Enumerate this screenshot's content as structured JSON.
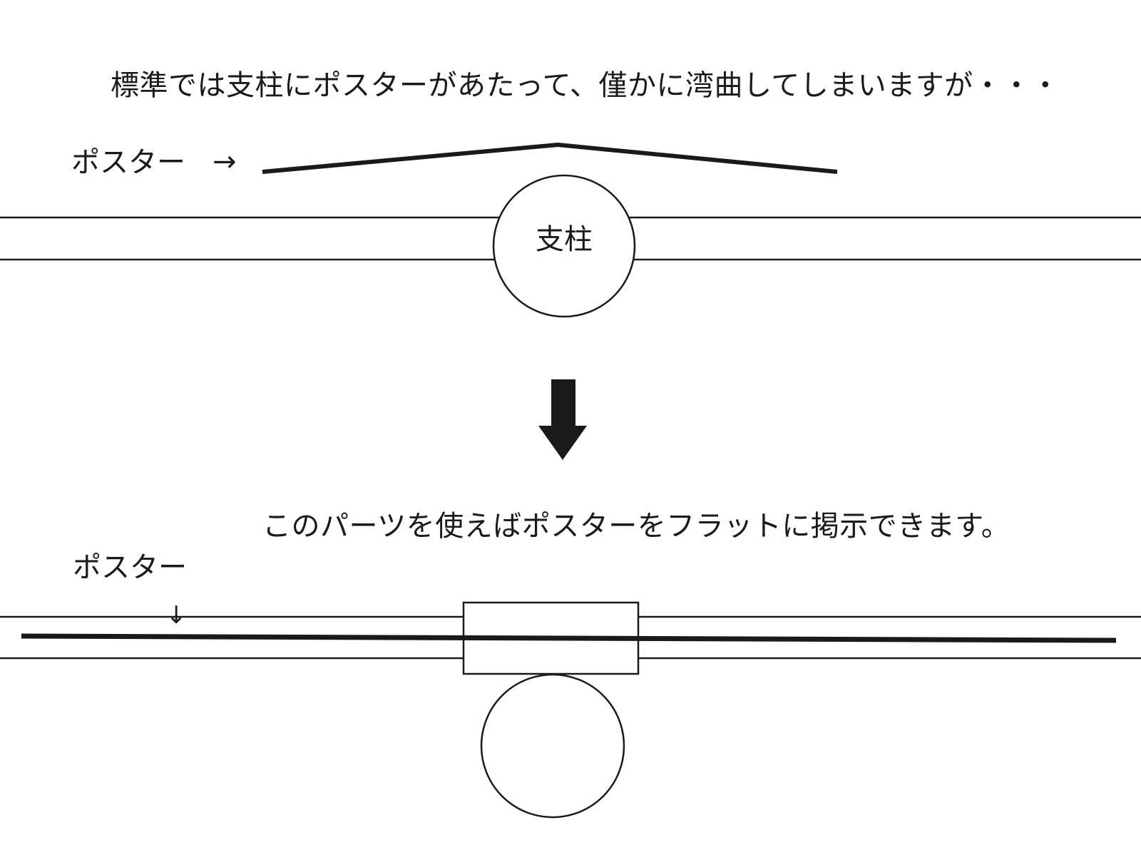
{
  "captions": {
    "top": "標準では支柱にポスターがあたって、僅かに湾曲してしまいますが・・・",
    "bottom": "このパーツを使えばポスターをフラットに掲示できます。"
  },
  "labels": {
    "poster_top": "ポスター",
    "poster_top_arrow": "→",
    "post": "支柱",
    "poster_bottom": "ポスター",
    "poster_bottom_arrow": "↓"
  },
  "colors": {
    "ink": "#1a1a1a",
    "background": "#ffffff"
  }
}
